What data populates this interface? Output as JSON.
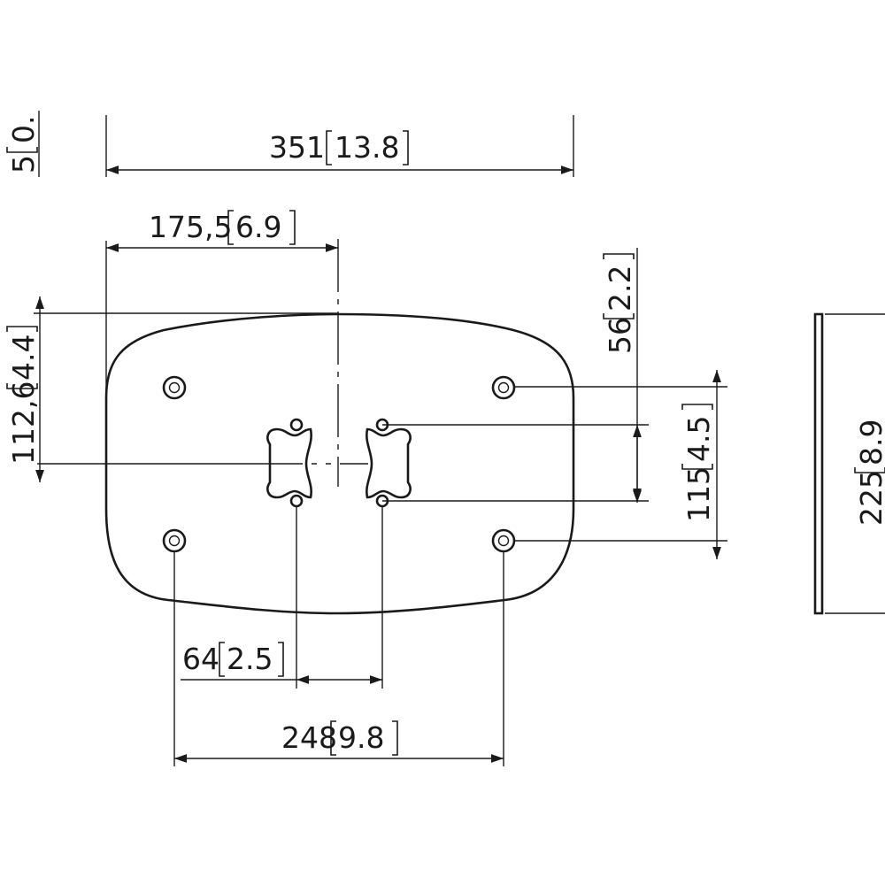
{
  "dimensions": {
    "thickness": {
      "mm": "5",
      "in": "0."
    },
    "overall_width": {
      "mm": "351",
      "in": "13.8"
    },
    "half_width": {
      "mm": "175,5",
      "in": "6.9"
    },
    "half_height": {
      "mm": "112,6",
      "in": "4.4"
    },
    "slot_offset": {
      "mm": "56",
      "in": "2.2"
    },
    "hole_pitch_vertical": {
      "mm": "115",
      "in": "4.5"
    },
    "slot_spacing": {
      "mm": "64",
      "in": "2.5"
    },
    "hole_pitch_horizontal": {
      "mm": "248",
      "in": "9.8"
    },
    "overall_height": {
      "mm": "225",
      "in": "8.9"
    }
  }
}
